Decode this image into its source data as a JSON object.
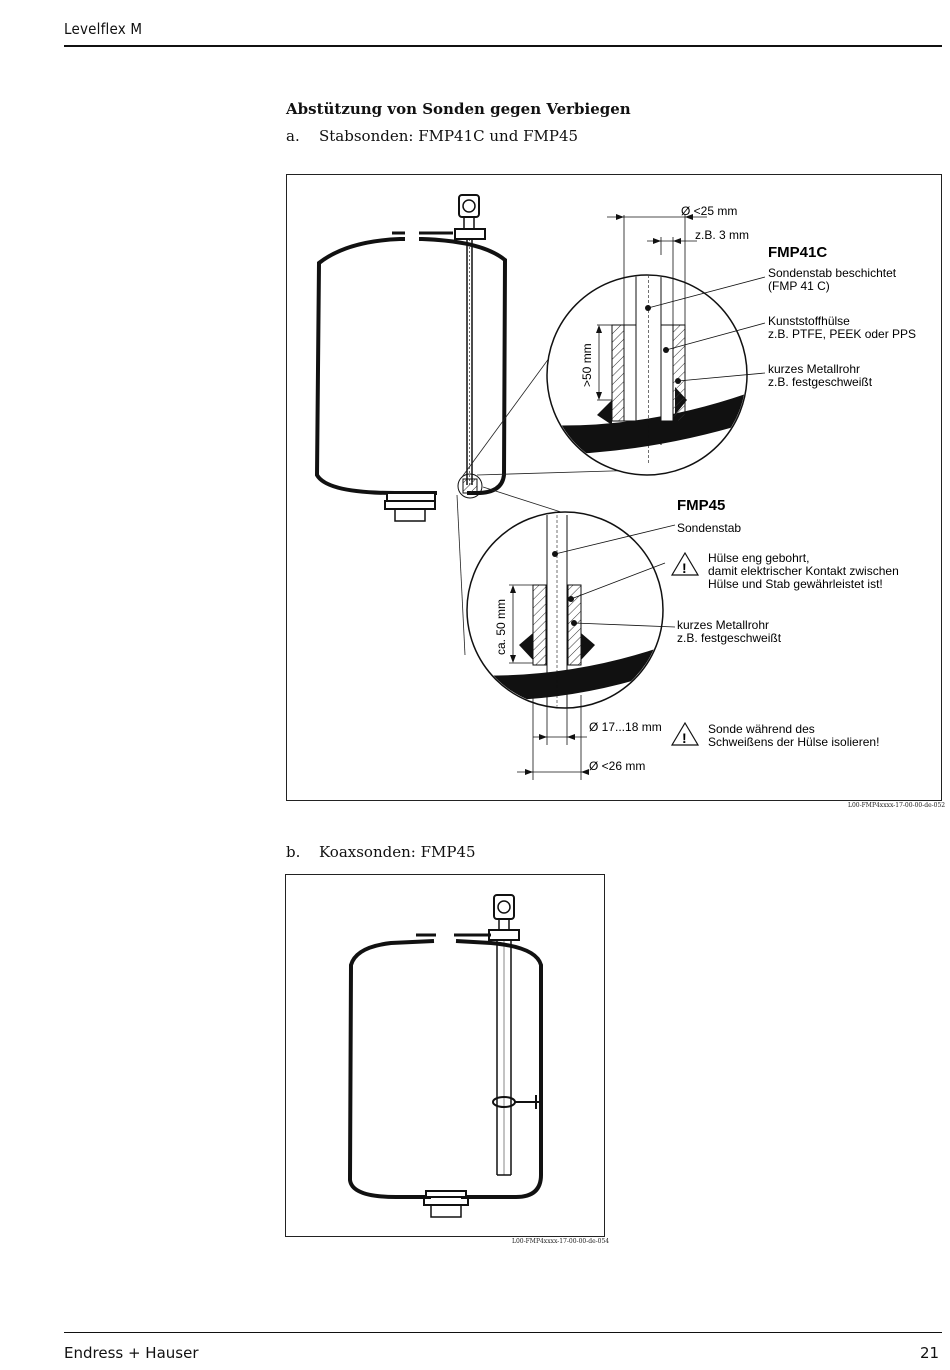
{
  "header": {
    "title": "Levelflex M"
  },
  "section": {
    "heading": "Abstützung von Sonden gegen Verbiegen"
  },
  "item_a": {
    "label": "a.",
    "text": "Stabsonden: FMP41C und FMP45"
  },
  "item_b": {
    "label": "b.",
    "text": "Koaxsonden: FMP45"
  },
  "figure1": {
    "dim_outer": "Ø <25 mm",
    "dim_gap": "z.B. 3 mm",
    "fmp41c_title": "FMP41C",
    "fmp41c_rod_1": "Sondenstab beschichtet",
    "fmp41c_rod_2": "(FMP 41 C)",
    "fmp41c_sleeve_1": "Kunststoffhülse",
    "fmp41c_sleeve_2": "z.B. PTFE, PEEK oder PPS",
    "fmp41c_pipe_1": "kurzes Metallrohr",
    "fmp41c_pipe_2": "z.B. festgeschweißt",
    "fmp41c_height": ">50 mm",
    "fmp45_title": "FMP45",
    "fmp45_rod": "Sondenstab",
    "fmp45_warn_1": "Hülse eng gebohrt,",
    "fmp45_warn_2": "damit elektrischer Kontakt zwischen",
    "fmp45_warn_3": "Hülse und Stab gewährleistet ist!",
    "fmp45_pipe_1": "kurzes Metallrohr",
    "fmp45_pipe_2": "z.B. festgeschweißt",
    "fmp45_height": "ca. 50 mm",
    "dim_inner": "Ø 17...18 mm",
    "dim_outer2": "Ø <26 mm",
    "weld_warn_1": "Sonde während des",
    "weld_warn_2": "Schweißens der Hülse isolieren!",
    "id": "L00-FMP4xxxx-17-00-00-de-052"
  },
  "figure2": {
    "id": "L00-FMP4xxxx-17-00-00-de-054"
  },
  "footer": {
    "company": "Endress + Hauser",
    "page": "21"
  }
}
